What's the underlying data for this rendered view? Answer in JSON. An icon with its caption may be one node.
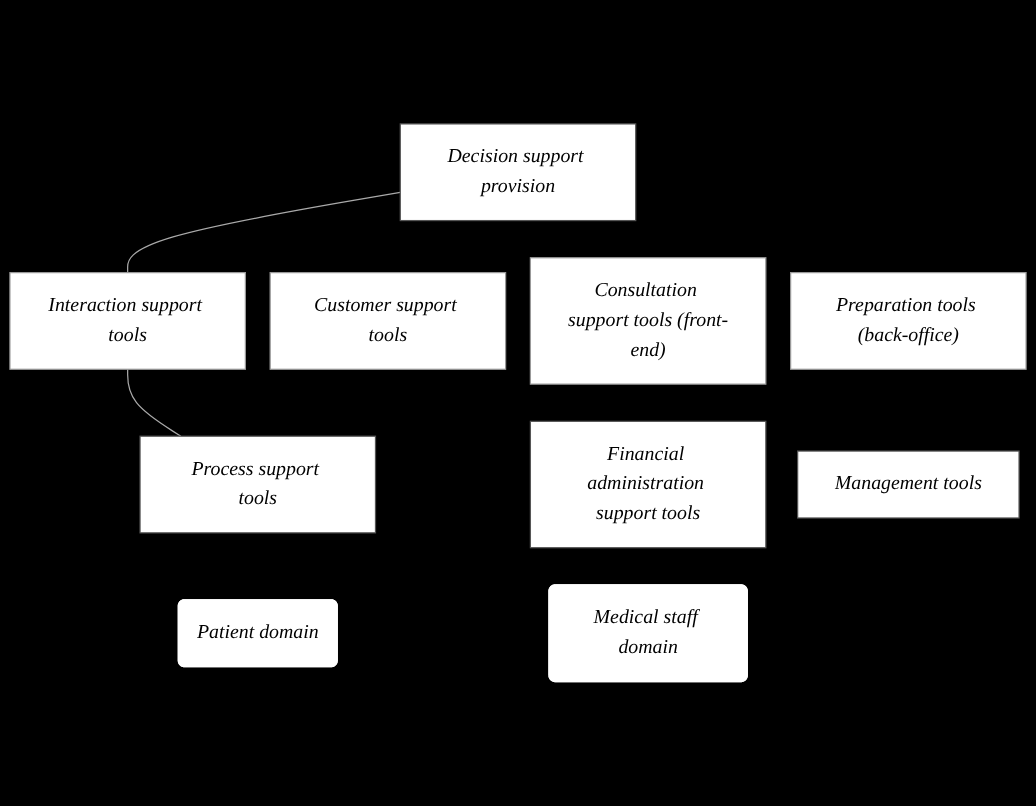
{
  "diagram": {
    "nodes": [
      {
        "text": [
          "Patient domain"
        ]
      },
      {
        "text": [
          "Medical staff domain"
        ]
      },
      {
        "text": [
          "Decision support provision"
        ]
      },
      {
        "text": [
          "Customer support tools"
        ]
      },
      {
        "text": [
          "Interaction support tools"
        ]
      },
      {
        "text": [
          "Consultation support tools (front-end)"
        ]
      },
      {
        "text": [
          "Preparation tools (back-office)"
        ]
      },
      {
        "text": [
          "Process support tools"
        ]
      },
      {
        "text": [
          "Financial administration support tools"
        ]
      },
      {
        "text": [
          "Management tools"
        ]
      }
    ],
    "edges": [
      {
        "from": 2,
        "to": 4,
        "arrow": "none"
      },
      {
        "from": 4,
        "to": 7,
        "arrow": "none"
      }
    ]
  }
}
